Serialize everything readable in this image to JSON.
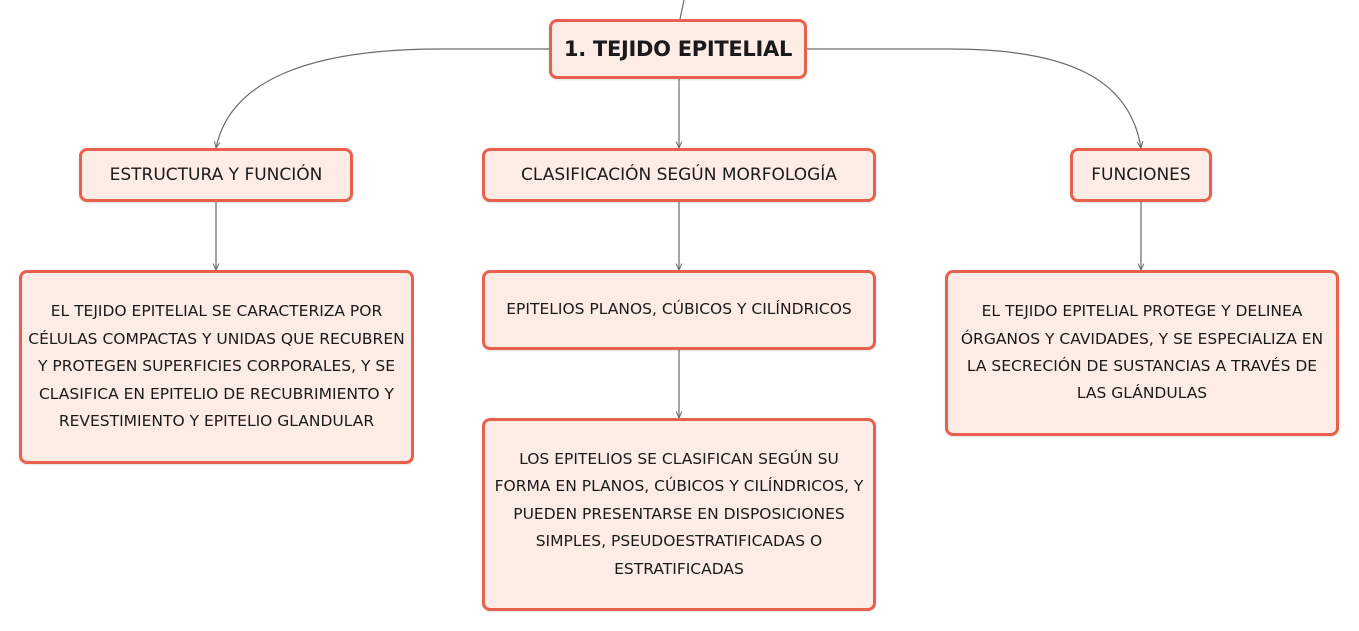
{
  "diagram": {
    "root": {
      "label": "1. TEJIDO EPITELIAL"
    },
    "branches": [
      {
        "label": "ESTRUCTURA Y FUNCIÓN",
        "children": [
          {
            "text": "EL TEJIDO EPITELIAL SE CARACTERIZA POR CÉLULAS COMPACTAS Y UNIDAS QUE RECUBREN Y PROTEGEN SUPERFICIES CORPORALES, Y SE CLASIFICA EN EPITELIO DE RECUBRIMIENTO Y REVESTIMIENTO Y EPITELIO GLANDULAR"
          }
        ]
      },
      {
        "label": "CLASIFICACIÓN SEGÚN MORFOLOGÍA",
        "children": [
          {
            "text": "EPITELIOS PLANOS, CÚBICOS Y CILÍNDRICOS"
          },
          {
            "text": "LOS EPITELIOS SE CLASIFICAN SEGÚN SU FORMA EN PLANOS, CÚBICOS Y CILÍNDRICOS, Y PUEDEN PRESENTARSE EN DISPOSICIONES SIMPLES, PSEUDOESTRATIFICADAS O ESTRATIFICADAS"
          }
        ]
      },
      {
        "label": "FUNCIONES",
        "children": [
          {
            "text": "EL TEJIDO EPITELIAL PROTEGE Y DELINEA ÓRGANOS Y CAVIDADES, Y SE ESPECIALIZA EN LA SECRECIÓN DE SUSTANCIAS A TRAVÉS DE LAS GLÁNDULAS"
          }
        ]
      }
    ]
  },
  "colors": {
    "node_border": "#e8614c",
    "node_fill": "#fdece5",
    "connector": "#6b6b6b",
    "text": "#1a1a1a"
  }
}
